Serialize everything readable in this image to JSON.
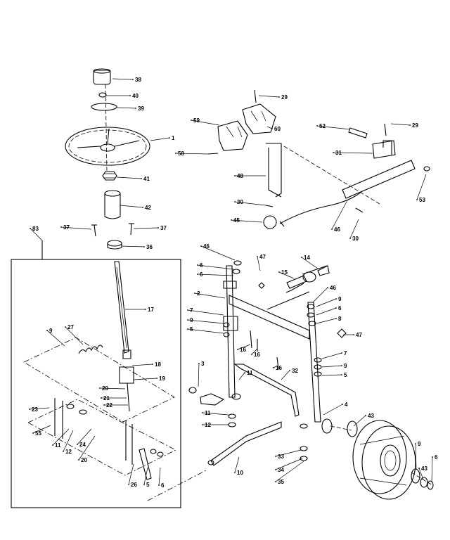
{
  "diagram": {
    "labels": [
      "38",
      "40",
      "39",
      "1",
      "41",
      "42",
      "37",
      "37",
      "36",
      "17",
      "18",
      "19",
      "20",
      "21",
      "22",
      "27",
      "9",
      "23",
      "55",
      "11",
      "12",
      "24",
      "20",
      "26",
      "5",
      "6",
      "83",
      "29",
      "59",
      "60",
      "58",
      "48",
      "30",
      "45",
      "52",
      "29",
      "31",
      "53",
      "46",
      "30",
      "46",
      "6",
      "6",
      "2",
      "7",
      "9",
      "5",
      "47",
      "15",
      "14",
      "46",
      "9",
      "6",
      "8",
      "47",
      "16",
      "16",
      "16",
      "7",
      "9",
      "5",
      "3",
      "11",
      "11",
      "12",
      "32",
      "4",
      "33",
      "34",
      "35",
      "10",
      "43",
      "9",
      "43",
      "6"
    ],
    "colors": {
      "ink": "#000000",
      "paper": "#ffffff"
    }
  }
}
